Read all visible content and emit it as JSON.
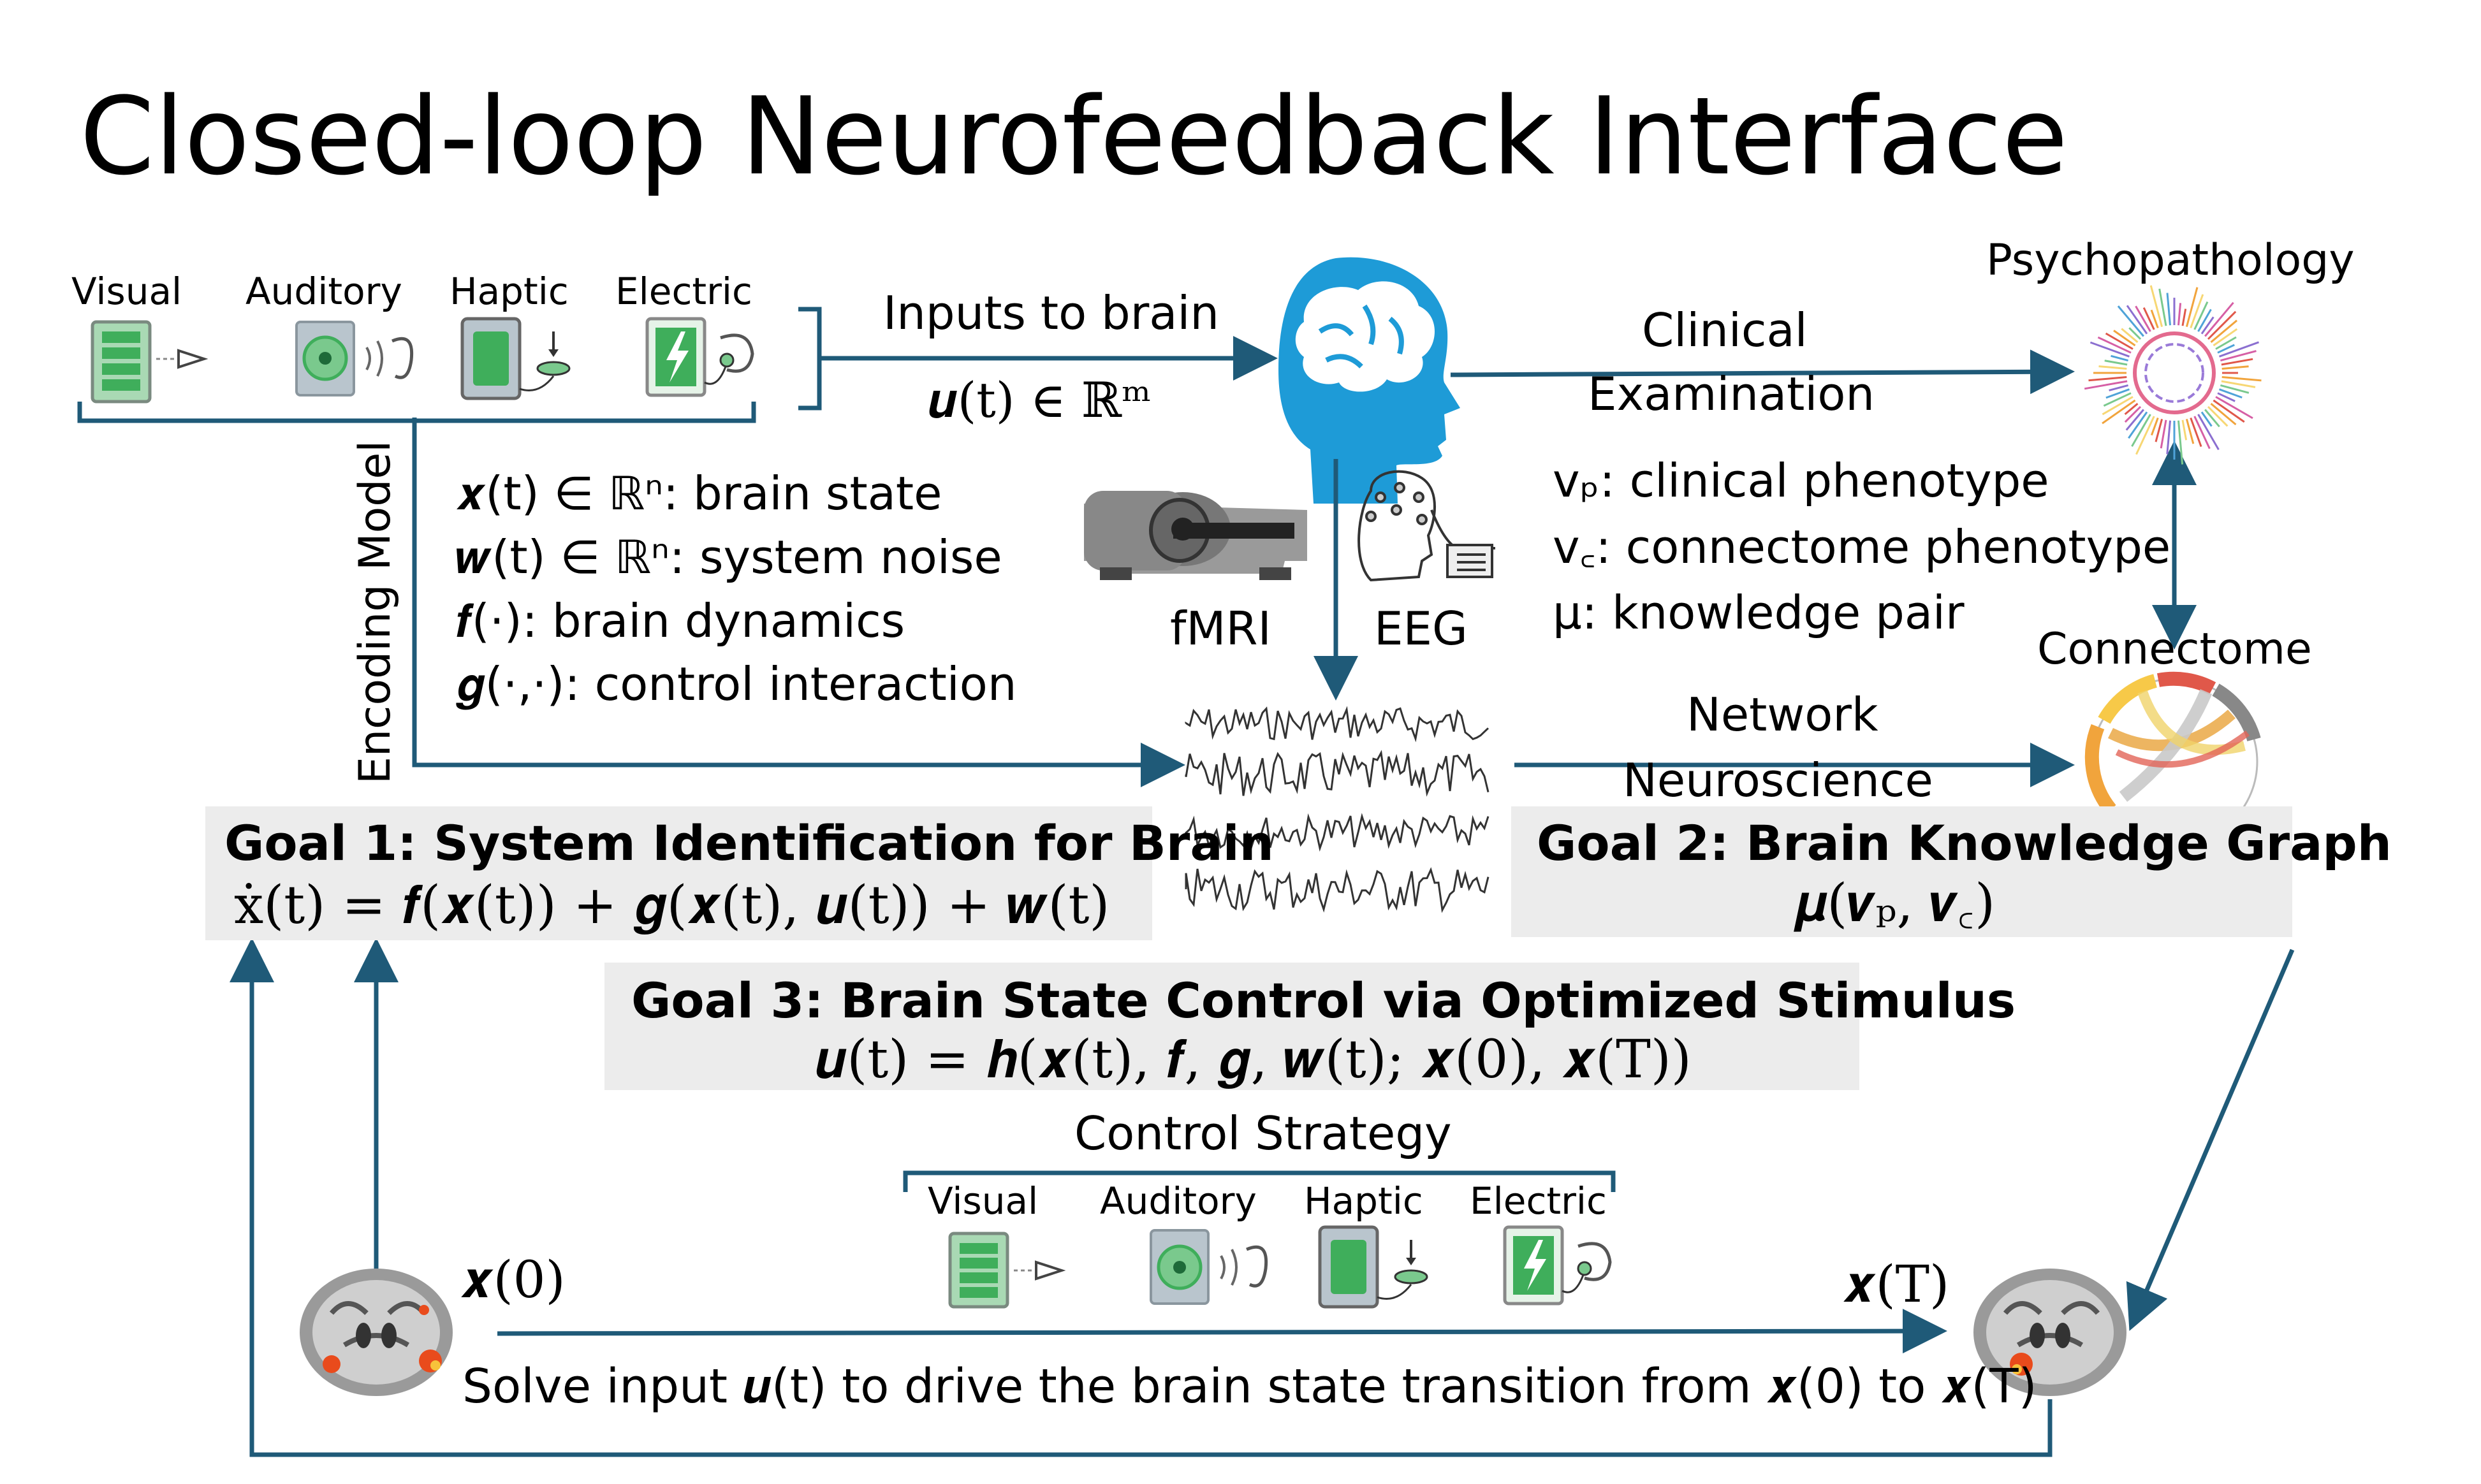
{
  "title": "Closed-loop Neurofeedback Interface",
  "modalities_top": [
    "Visual",
    "Auditory",
    "Haptic",
    "Electric"
  ],
  "modalities_bottom": [
    "Visual",
    "Auditory",
    "Haptic",
    "Electric"
  ],
  "inputs_label": "Inputs to brain",
  "inputs_formula": "𝒖(t) ∈ ℝᵐ",
  "encoding_model": "Encoding Model",
  "definitions": [
    "𝒙(t) ∈ ℝⁿ: brain state",
    "𝒘(t) ∈ ℝⁿ: system noise",
    "𝒇(·): brain dynamics",
    "𝒈(·,·): control interaction"
  ],
  "fmri_label": "fMRI",
  "eeg_label": "EEG",
  "clinical_exam": [
    "Clinical",
    "Examination"
  ],
  "psychopathology": "Psychopathology",
  "phenotypes": [
    "vₚ: clinical phenotype",
    "v꜀: connectome phenotype",
    "μ: knowledge pair"
  ],
  "connectome": "Connectome",
  "network_neuroscience": [
    "Network",
    "Neuroscience"
  ],
  "goal1": {
    "heading": "Goal 1: System Identification for Brain",
    "equation": "ẋ(t) = 𝒇(𝒙(t)) + 𝒈(𝒙(t), 𝒖(t)) + 𝒘(t)"
  },
  "goal2": {
    "heading": "Goal 2: Brain Knowledge Graph",
    "equation": "𝝁(𝒗ₚ, 𝒗꜀)"
  },
  "goal3": {
    "heading": "Goal 3: Brain State Control via Optimized Stimulus",
    "equation": "𝒖(t) = 𝒉(𝒙(t), 𝒇, 𝒈, 𝒘(t); 𝒙(0), 𝒙(T))"
  },
  "control_strategy": "Control Strategy",
  "x0_label": "𝒙(0)",
  "xT_label": "𝒙(T)",
  "solve_text": "Solve input 𝒖(t) to drive the brain state transition from 𝒙(0) to 𝒙(T)",
  "colors": {
    "arrow": "#1f5a78",
    "box": "#ececec",
    "brain_blue": "#1e9bd7",
    "icon_green": "#3fae5b"
  }
}
